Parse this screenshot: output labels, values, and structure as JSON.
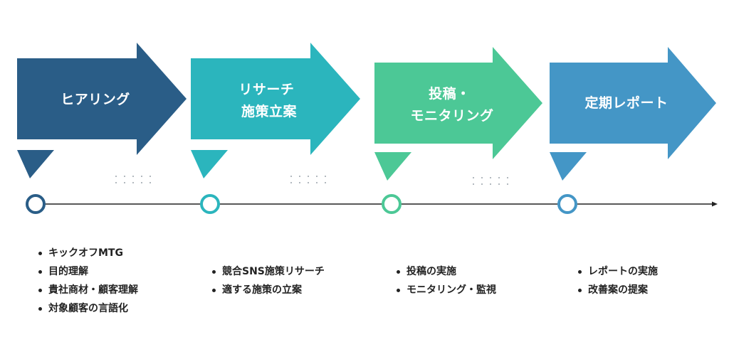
{
  "colors": {
    "step1": "#2a5d87",
    "step2": "#2bb5bd",
    "step3": "#4cc896",
    "step4": "#4496c6",
    "timeline": "#222222"
  },
  "steps": [
    {
      "title_lines": [
        "ヒアリング"
      ],
      "bullets": [
        "キックオフMTG",
        "目的理解",
        "貴社商材・顧客理解",
        "対象顧客の言語化"
      ]
    },
    {
      "title_lines": [
        "リサーチ",
        "施策立案"
      ],
      "bullets": [
        "競合SNS施策リサーチ",
        "適する施策の立案"
      ]
    },
    {
      "title_lines": [
        "投稿・",
        "モニタリング"
      ],
      "bullets": [
        "投稿の実施",
        "モニタリング・監視"
      ]
    },
    {
      "title_lines": [
        "定期レポート"
      ],
      "bullets": [
        "レポートの実施",
        "改善案の提案"
      ]
    }
  ]
}
